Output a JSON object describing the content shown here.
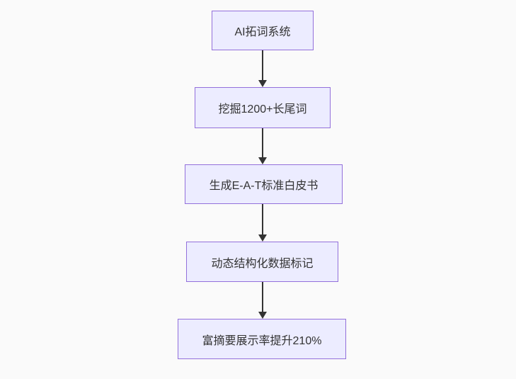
{
  "diagram": {
    "type": "flowchart-top-down",
    "colors": {
      "background": "#fafafa",
      "node_fill": "#ECECFF",
      "node_border": "#9370DB",
      "node_text": "#333333",
      "arrow": "#333333"
    },
    "nodes": [
      {
        "id": "1",
        "label": "AI拓词系统"
      },
      {
        "id": "2",
        "label": "挖掘1200+长尾词"
      },
      {
        "id": "3",
        "label": "生成E-A-T标准白皮书"
      },
      {
        "id": "4",
        "label": "动态结构化数据标记"
      },
      {
        "id": "5",
        "label": "富摘要展示率提升210%"
      }
    ],
    "edges": [
      {
        "from": "1",
        "to": "2"
      },
      {
        "from": "2",
        "to": "3"
      },
      {
        "from": "3",
        "to": "4"
      },
      {
        "from": "4",
        "to": "5"
      }
    ]
  }
}
